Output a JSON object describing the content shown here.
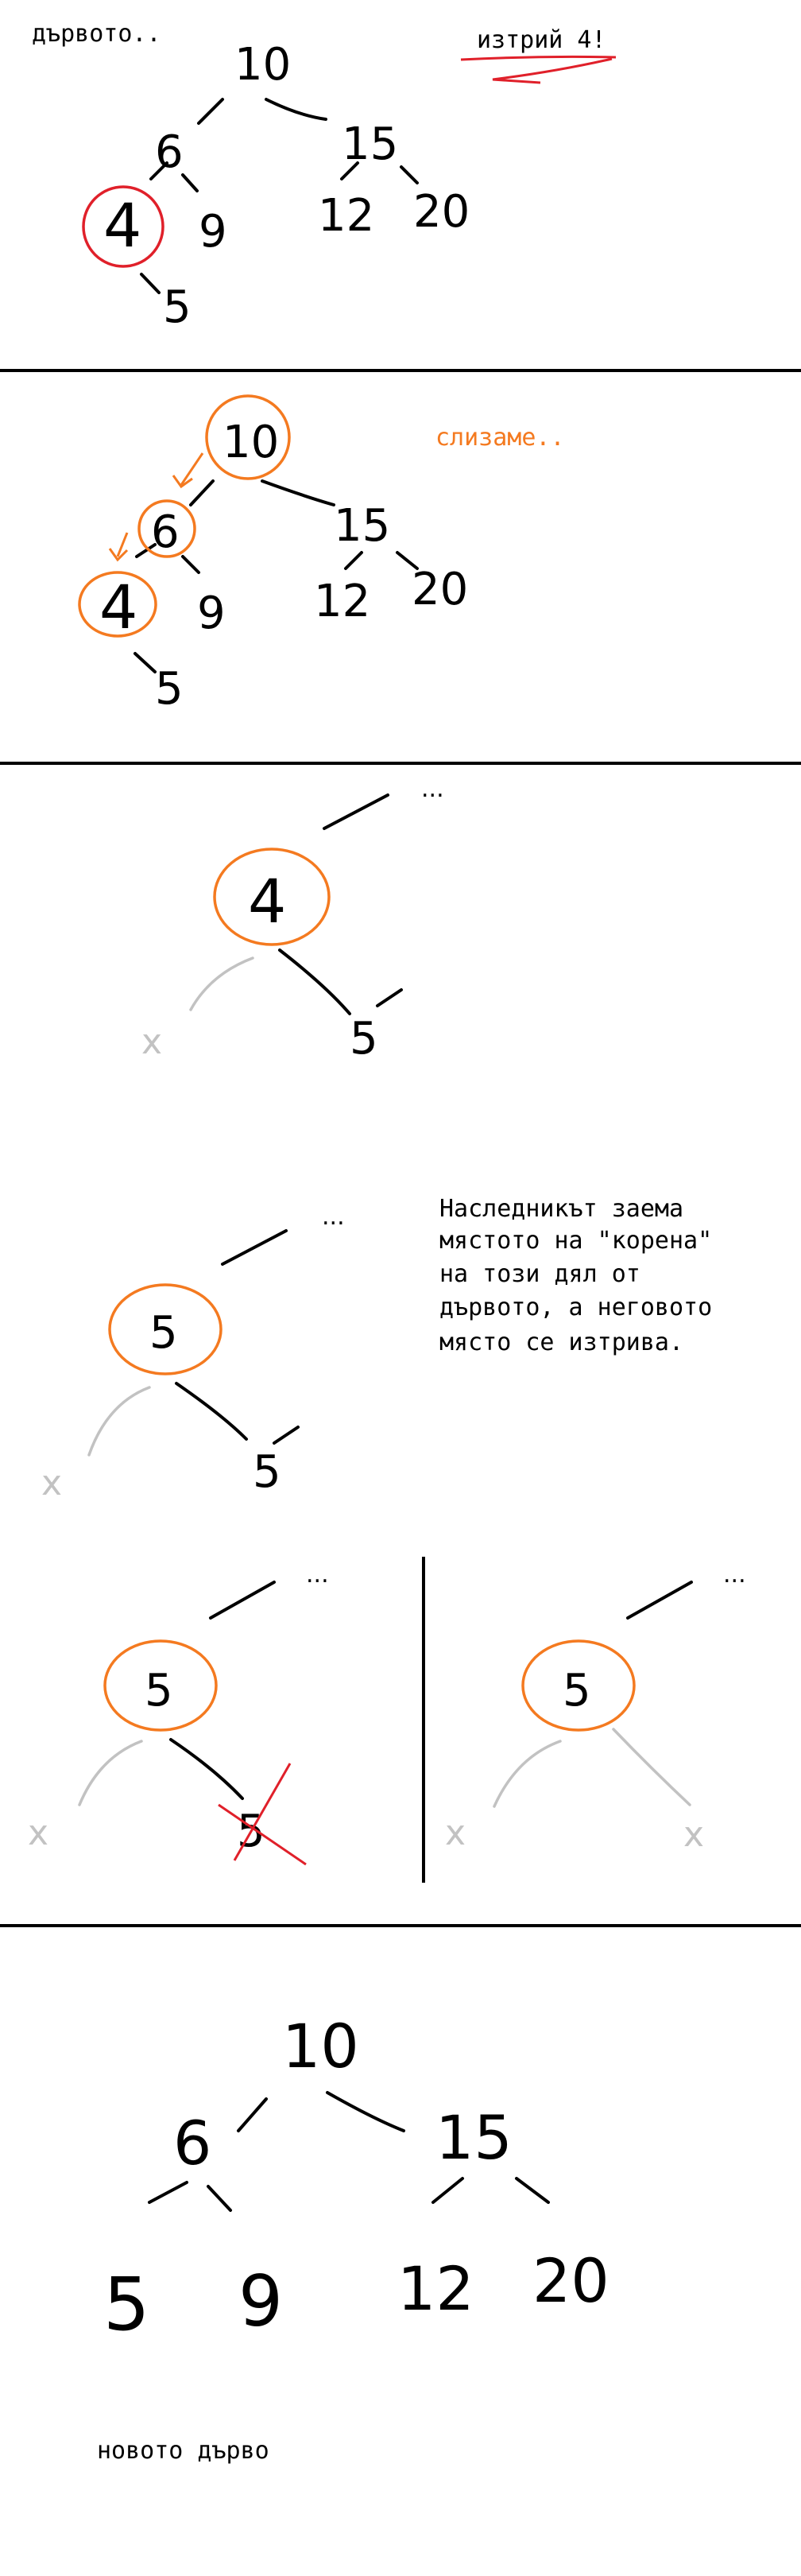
{
  "panel1": {
    "caption": "дървото..",
    "instruction": "изтрий 4!",
    "nodes": {
      "root": "10",
      "left": "6",
      "right": "15",
      "ll": "4",
      "lr": "9",
      "rl": "12",
      "rr": "20",
      "llr": "5"
    }
  },
  "panel2": {
    "caption": "слизаме..",
    "nodes": {
      "root": "10",
      "left": "6",
      "right": "15",
      "ll": "4",
      "lr": "9",
      "rl": "12",
      "rr": "20",
      "llr": "5"
    }
  },
  "panel3": {
    "ellipsis": "...",
    "node": "4",
    "left_empty": "x",
    "right": "5"
  },
  "panel4": {
    "ellipsis": "...",
    "node": "5",
    "left_empty": "x",
    "right": "5",
    "explanation_lines": [
      "Наследникът заема",
      "мястото на \"корена\"",
      "на този дял от",
      "дървото, а неговото",
      "място се изтрива."
    ]
  },
  "panel5": {
    "left": {
      "ellipsis": "...",
      "node": "5",
      "left_empty": "x",
      "right_deleted": "5"
    },
    "right": {
      "ellipsis": "...",
      "node": "5",
      "left_empty": "x",
      "right_empty": "x"
    }
  },
  "panel6": {
    "caption": "новото дърво",
    "nodes": {
      "root": "10",
      "left": "6",
      "right": "15",
      "ll": "5",
      "lr": "9",
      "rl": "12",
      "rr": "20"
    }
  },
  "colors": {
    "ink": "#000000",
    "highlight": "#f47a20",
    "delete": "#e0202a",
    "empty": "#c2c2c2"
  }
}
